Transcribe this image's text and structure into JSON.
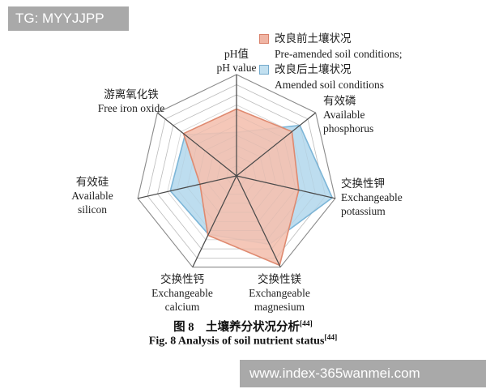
{
  "watermark_top": "TG: MYYJJPP",
  "watermark_bottom": "www.index-365wanmei.com",
  "legend": {
    "pre": {
      "cn": "改良前土壤状况",
      "en": "Pre-amended soil conditions;"
    },
    "post": {
      "cn": "改良后土壤状况",
      "en": "Amended soil conditions"
    }
  },
  "caption": {
    "cn": "图 8　土壤养分状况分析",
    "en": "Fig. 8   Analysis of soil nutrient status",
    "ref": "[44]"
  },
  "chart_data": {
    "type": "radar",
    "title": "土壤养分状况分析 / Analysis of soil nutrient status",
    "categories": [
      "pH value",
      "Available phosphorus",
      "Exchangeable potassium",
      "Exchangeable magnesium",
      "Exchangeable calcium",
      "Available silicon",
      "Free iron oxide"
    ],
    "axes": [
      {
        "cn": "pH值",
        "en1": "pH value",
        "en2": ""
      },
      {
        "cn": "有效磷",
        "en1": "Available",
        "en2": "phosphorus"
      },
      {
        "cn": "交换性钾",
        "en1": "Exchangeable",
        "en2": "potassium"
      },
      {
        "cn": "交换性镁",
        "en1": "Exchangeable",
        "en2": "magnesium"
      },
      {
        "cn": "交换性钙",
        "en1": "Exchangeable",
        "en2": "calcium"
      },
      {
        "cn": "有效硅",
        "en1": "Available",
        "en2": "silicon"
      },
      {
        "cn": "游离氧化铁",
        "en1": "Free iron oxide",
        "en2": ""
      }
    ],
    "scale": {
      "min": 0,
      "max": 1,
      "rings": 10,
      "grid": true
    },
    "legend_position": "top-right",
    "series": [
      {
        "name_cn": "改良前土壤状况",
        "name_en": "Pre-amended soil conditions",
        "fill": "#f4c1b0",
        "stroke": "#df8a70",
        "fill_opacity": 0.9,
        "values": [
          0.66,
          0.7,
          0.63,
          0.98,
          0.65,
          0.37,
          0.67
        ]
      },
      {
        "name_cn": "改良后土壤状况",
        "name_en": "Amended soil conditions",
        "fill": "#b9dbee",
        "stroke": "#7db6d8",
        "fill_opacity": 0.95,
        "values": [
          0.43,
          0.8,
          0.97,
          0.75,
          0.64,
          0.67,
          0.65
        ]
      }
    ],
    "grid_color": "#dcdcdc",
    "outer_ring_color": "#8a8a8a",
    "spoke_color": "#4a4a4a"
  }
}
